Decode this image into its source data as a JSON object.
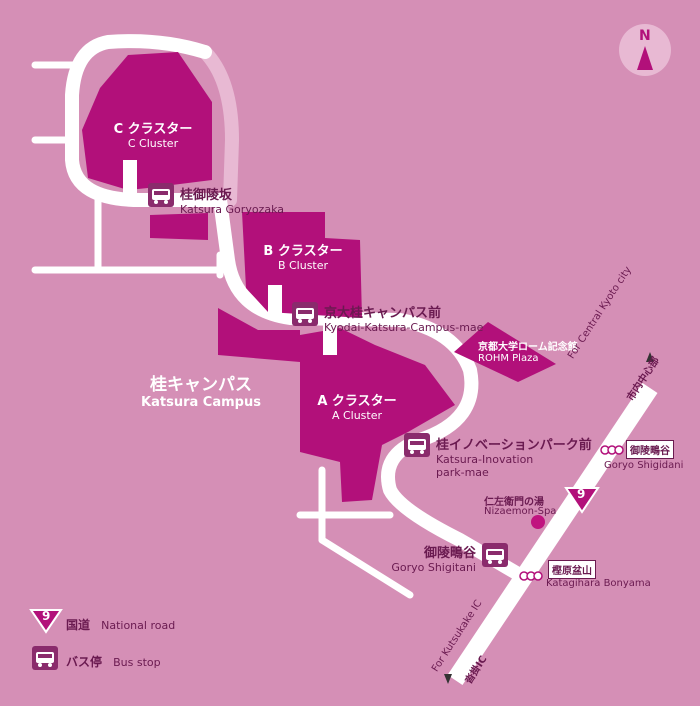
{
  "compass": {
    "letter": "N"
  },
  "clusters": {
    "c": {
      "jp": "C クラスター",
      "en": "C Cluster"
    },
    "b": {
      "jp": "B クラスター",
      "en": "B Cluster"
    },
    "a": {
      "jp": "A クラスター",
      "en": "A Cluster"
    }
  },
  "campus": {
    "jp": "桂キャンパス",
    "en": "Katsura Campus"
  },
  "rohm": {
    "jp": "京都大学ローム記念館",
    "en": "ROHM Plaza"
  },
  "stops": {
    "goryozaka": {
      "jp": "桂御陵坂",
      "en": "Katsura Goryozaka"
    },
    "kyodai": {
      "jp": "京大桂キャンパス前",
      "en": "Kyodai-Katsura-Campus-mae"
    },
    "inov": {
      "jp": "桂イノベーションパーク前",
      "en1": "Katsura-Inovation",
      "en2": "park-mae"
    },
    "shigitani": {
      "jp": "御陵鴫谷",
      "en": "Goryo Shigitani"
    }
  },
  "nizaemon": {
    "jp": "仁左衛門の湯",
    "en": "Nizaemon-Spa"
  },
  "route9": {
    "number": "9"
  },
  "intersections": {
    "shigidani": {
      "jp": "御陵鴫谷",
      "en": "Goryo Shigidani"
    },
    "bonyama": {
      "jp": "樫原盆山",
      "en": "Katagihara Bonyama"
    }
  },
  "directions": {
    "kyoto": {
      "jp": "市内中心部",
      "en": "For Central Kyoto city"
    },
    "kutsukake": {
      "jp": "沓掛IC",
      "en": "For Kutsukake IC"
    }
  },
  "legend": {
    "national": {
      "jp": "国道",
      "en": "National road",
      "number": "9"
    },
    "bus": {
      "jp": "バス停",
      "en": "Bus stop"
    }
  },
  "colors": {
    "background": "#d58fb6",
    "building": "#b2107a",
    "road": "#ffffff",
    "road_light": "#e8b9d3",
    "text_dark": "#6a1a50",
    "bus_icon": "#8a2b6c"
  }
}
